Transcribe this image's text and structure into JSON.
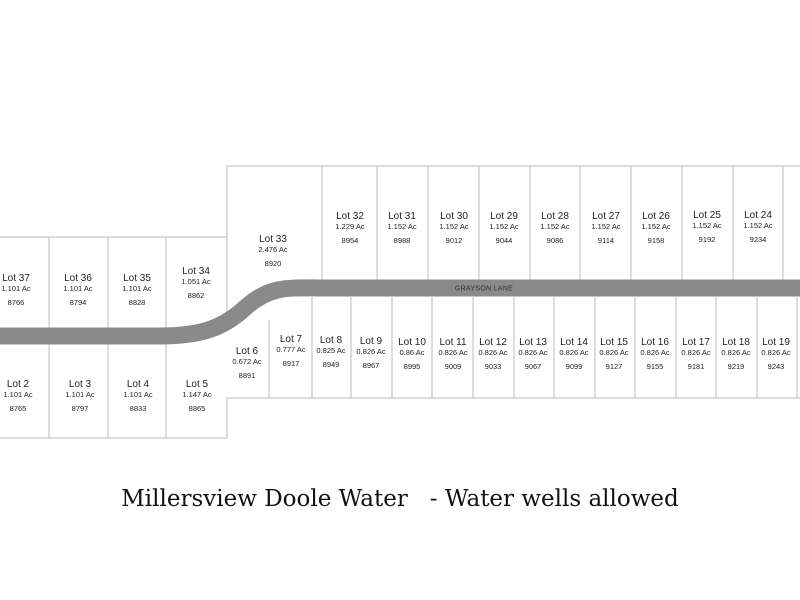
{
  "road": {
    "name": "GRAYSON LANE",
    "color": "#8a8a8a"
  },
  "caption": "Millersview Doole Water   - Water wells allowed",
  "lots": [
    {
      "id": "lot-37",
      "name": "Lot 37",
      "acres": "1.101 Ac",
      "address": "8766"
    },
    {
      "id": "lot-36",
      "name": "Lot 36",
      "acres": "1.101 Ac",
      "address": "8794"
    },
    {
      "id": "lot-35",
      "name": "Lot 35",
      "acres": "1.101 Ac",
      "address": "8828"
    },
    {
      "id": "lot-34",
      "name": "Lot 34",
      "acres": "1.051 Ac",
      "address": "8862"
    },
    {
      "id": "lot-33",
      "name": "Lot 33",
      "acres": "2.476 Ac",
      "address": "8920"
    },
    {
      "id": "lot-32",
      "name": "Lot 32",
      "acres": "1.229 Ac",
      "address": "8954"
    },
    {
      "id": "lot-31",
      "name": "Lot 31",
      "acres": "1.152 Ac",
      "address": "8988"
    },
    {
      "id": "lot-30",
      "name": "Lot 30",
      "acres": "1.152 Ac",
      "address": "9012"
    },
    {
      "id": "lot-29",
      "name": "Lot 29",
      "acres": "1.152 Ac",
      "address": "9044"
    },
    {
      "id": "lot-28",
      "name": "Lot 28",
      "acres": "1.152 Ac",
      "address": "9086"
    },
    {
      "id": "lot-27",
      "name": "Lot 27",
      "acres": "1.152 Ac",
      "address": "9114"
    },
    {
      "id": "lot-26",
      "name": "Lot 26",
      "acres": "1.152 Ac",
      "address": "9158"
    },
    {
      "id": "lot-25",
      "name": "Lot 25",
      "acres": "1.152 Ac",
      "address": "9192"
    },
    {
      "id": "lot-24",
      "name": "Lot 24",
      "acres": "1.152 Ac",
      "address": "9234"
    },
    {
      "id": "lot-2",
      "name": "Lot 2",
      "acres": "1.101 Ac",
      "address": "8765"
    },
    {
      "id": "lot-3",
      "name": "Lot 3",
      "acres": "1.101 Ac",
      "address": "8797"
    },
    {
      "id": "lot-4",
      "name": "Lot 4",
      "acres": "1.101 Ac",
      "address": "8833"
    },
    {
      "id": "lot-5",
      "name": "Lot 5",
      "acres": "1.147 Ac",
      "address": "8865"
    },
    {
      "id": "lot-6",
      "name": "Lot 6",
      "acres": "0.672 Ac",
      "address": "8891"
    },
    {
      "id": "lot-7",
      "name": "Lot 7",
      "acres": "0.777 Ac",
      "address": "8917"
    },
    {
      "id": "lot-8",
      "name": "Lot 8",
      "acres": "0.825 Ac",
      "address": "8949"
    },
    {
      "id": "lot-9",
      "name": "Lot 9",
      "acres": "0.826 Ac",
      "address": "8967"
    },
    {
      "id": "lot-10",
      "name": "Lot 10",
      "acres": "0.86 Ac",
      "address": "8995"
    },
    {
      "id": "lot-11",
      "name": "Lot 11",
      "acres": "0.826 Ac",
      "address": "9009"
    },
    {
      "id": "lot-12",
      "name": "Lot 12",
      "acres": "0.826 Ac",
      "address": "9033"
    },
    {
      "id": "lot-13",
      "name": "Lot 13",
      "acres": "0.826 Ac",
      "address": "9067"
    },
    {
      "id": "lot-14",
      "name": "Lot 14",
      "acres": "0.826 Ac",
      "address": "9099"
    },
    {
      "id": "lot-15",
      "name": "Lot 15",
      "acres": "0.826 Ac",
      "address": "9127"
    },
    {
      "id": "lot-16",
      "name": "Lot 16",
      "acres": "0.826 Ac",
      "address": "9155"
    },
    {
      "id": "lot-17",
      "name": "Lot 17",
      "acres": "0.826 Ac",
      "address": "9181"
    },
    {
      "id": "lot-18",
      "name": "Lot 18",
      "acres": "0.826 Ac",
      "address": "9219"
    },
    {
      "id": "lot-19",
      "name": "Lot 19",
      "acres": "0.826 Ac",
      "address": "9243"
    }
  ]
}
